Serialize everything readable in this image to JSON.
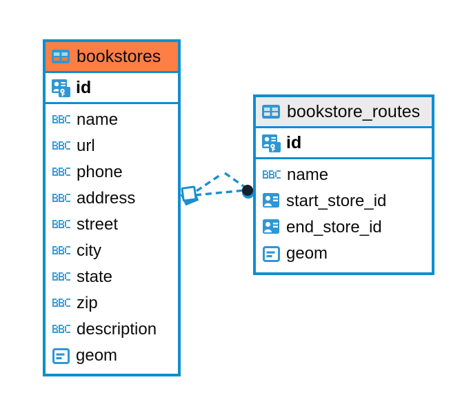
{
  "diagram": {
    "type": "entity-relationship-diagram",
    "background_color": "#ffffff",
    "accent_color": "#0e8ecf",
    "header_orange": "#fd7f45",
    "header_gray": "#ebebeb"
  },
  "tables": [
    {
      "name": "bookstores",
      "header_style": "orange",
      "primary_key": {
        "label": "id",
        "icon": "primary-key-icon"
      },
      "fields": [
        {
          "label": "name",
          "icon": "abc-string-icon"
        },
        {
          "label": "url",
          "icon": "abc-string-icon"
        },
        {
          "label": "phone",
          "icon": "abc-string-icon"
        },
        {
          "label": "address",
          "icon": "abc-string-icon"
        },
        {
          "label": "street",
          "icon": "abc-string-icon"
        },
        {
          "label": "city",
          "icon": "abc-string-icon"
        },
        {
          "label": "state",
          "icon": "abc-string-icon"
        },
        {
          "label": "zip",
          "icon": "abc-string-icon"
        },
        {
          "label": "description",
          "icon": "abc-string-icon"
        },
        {
          "label": "geom",
          "icon": "geometry-icon"
        }
      ]
    },
    {
      "name": "bookstore_routes",
      "header_style": "gray",
      "primary_key": {
        "label": "id",
        "icon": "primary-key-icon"
      },
      "fields": [
        {
          "label": "name",
          "icon": "abc-string-icon"
        },
        {
          "label": "start_store_id",
          "icon": "foreign-key-icon"
        },
        {
          "label": "end_store_id",
          "icon": "foreign-key-icon"
        },
        {
          "label": "geom",
          "icon": "geometry-icon"
        }
      ]
    }
  ],
  "relationship": {
    "from_table": "bookstores",
    "to_table": "bookstore_routes",
    "line_style": "dashed",
    "line_color": "#1a8fd0",
    "source_marker": "diamond-crowsfoot-marker",
    "target_marker": "filled-circle-marker"
  }
}
